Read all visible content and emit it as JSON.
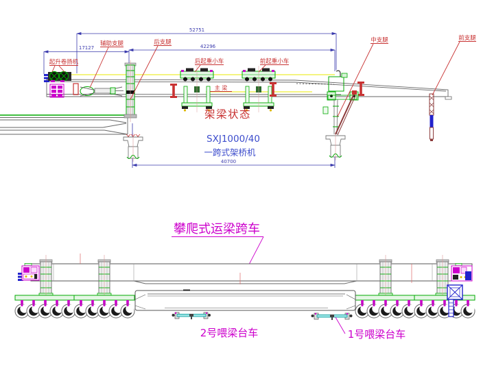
{
  "top_view": {
    "dim_total": "52751",
    "dim_rear": "17127",
    "dim_mid": "42296",
    "dim_span": "40700",
    "label_hoist_winch": "起升卷扬机",
    "label_aux_leg": "辅助支腿",
    "label_rear_leg": "后支腿",
    "label_rear_trolley": "后起重小车",
    "label_front_trolley": "前起重小车",
    "label_mid_leg": "中支腿",
    "label_front_leg": "前支腿",
    "label_main_girder": "主  梁",
    "state_title": "架梁状态",
    "model": "SXJ1000/40",
    "machine_type": "一跨式架桥机"
  },
  "bottom_view": {
    "title": "攀爬式运梁跨车",
    "label_trolley2": "2号喂梁台车",
    "label_trolley1": "1号喂梁台车"
  },
  "colors": {
    "dim_blue": "#3a3aad",
    "label_red": "#c83232",
    "magenta": "#cc00cc",
    "green": "#00aa00",
    "yellow": "#e8e800",
    "machine_blue": "#2222cc",
    "strut_brown": "#8b3a3a",
    "outline_gray": "#666666"
  }
}
